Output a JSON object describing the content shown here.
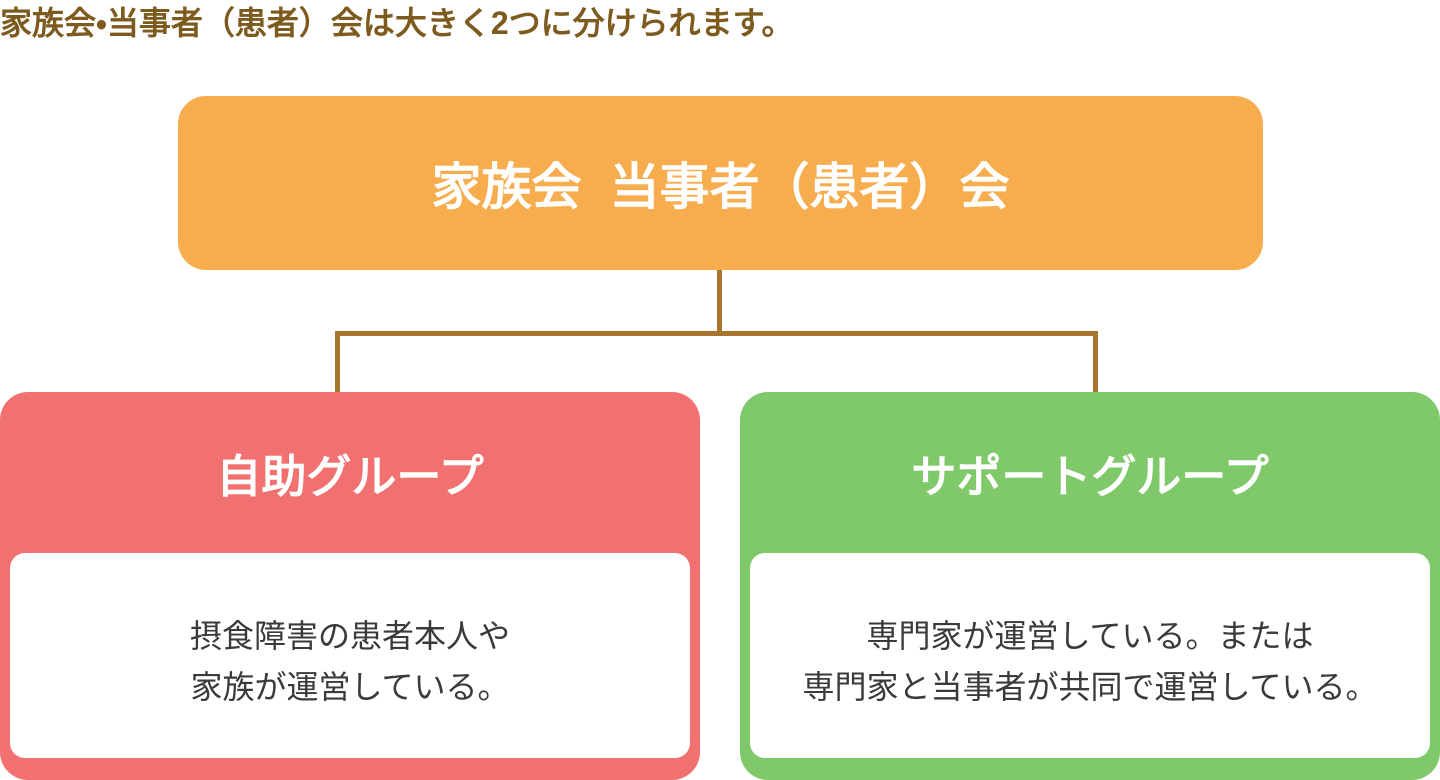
{
  "page": {
    "heading": "家族会・当事者（患者）会は大きく2つに分けられます。"
  },
  "diagram": {
    "root": {
      "label": "家族会 当事者（患者）会"
    },
    "children": [
      {
        "id": "self-help-group",
        "title": "自助グループ",
        "lines": [
          "摂食障害の患者本人や",
          "家族が運営している。"
        ],
        "color": "#f17070"
      },
      {
        "id": "support-group",
        "title": "サポートグループ",
        "lines": [
          "専門家が運営している。または",
          "専門家と当事者が共同で運営している。"
        ],
        "color": "#7fc96a"
      }
    ],
    "colors": {
      "root_background": "#f7ac4e",
      "connector_line": "#a7752e",
      "heading_text": "#7d5a1e",
      "node_title_text": "#ffffff",
      "body_text": "#3a3a3a",
      "body_background": "#ffffff"
    }
  }
}
